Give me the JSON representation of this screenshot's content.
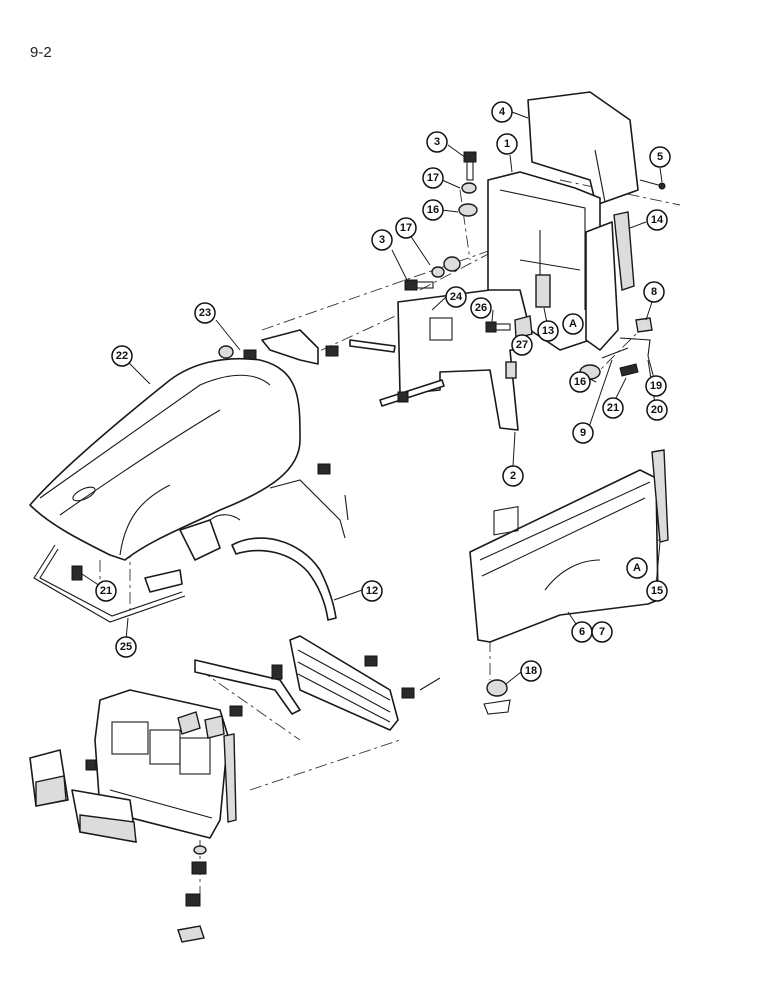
{
  "page_number": "9-2",
  "callouts": {
    "c1": "1",
    "c2": "2",
    "c3a": "3",
    "c3b": "3",
    "c4": "4",
    "c5": "5",
    "c6": "6",
    "c7": "7",
    "c8": "8",
    "c9": "9",
    "c12": "12",
    "c13": "13",
    "c14": "14",
    "c15": "15",
    "c16a": "16",
    "c16b": "16",
    "c17a": "17",
    "c17b": "17",
    "c18": "18",
    "c19": "19",
    "c20": "20",
    "c21a": "21",
    "c21b": "21",
    "c22": "22",
    "c23": "23",
    "c24": "24",
    "c25": "25",
    "c26": "26",
    "c27": "27",
    "cA1": "A",
    "cA2": "A"
  }
}
